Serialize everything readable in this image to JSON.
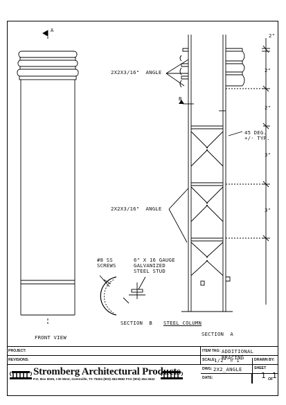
{
  "views": {
    "front_label": "FRONT VIEW",
    "section_a_label": "SECTION  A",
    "section_b_label": "SECTION  B",
    "section_cut_a": "A",
    "section_cut_b": "B"
  },
  "callouts": {
    "angle_top": "2X2X3/16\"  ANGLE",
    "angle_bottom": "2X2X3/16\"  ANGLE",
    "screws": "#8 SS\nSCREWS",
    "stud": "6\" X 16 GAUGE\nGALVANIZED\nSTEEL STUD",
    "steel_column": "STEEL COLUMN",
    "deg": "45 DEG.\n+/- TYP."
  },
  "dimensions": [
    "2\"",
    "2\"",
    "2\"",
    "3\"",
    "3\""
  ],
  "title_block": {
    "project_label": "PROJECT:",
    "project_value": "",
    "revisions_label": "REVISIONS:",
    "item_tag_label": "ITEM TAG:",
    "item_tag_value": "ADDITIONAL BRACING",
    "scale_label": "SCALE:",
    "scale_value": "1/2\" = 1'",
    "drawn_by_label": "DRAWN BY:",
    "dwg_label": "DWG:",
    "dwg_value": "2X2_ANGLE",
    "sheet_label": "SHEET",
    "sheet_value": "1",
    "of_label": "OF",
    "of_value": "1",
    "date_label": "DATE:",
    "company_name": "Stromberg Architectural Products",
    "company_address": "P.O. Box 8036, I-30 West, Greenville, TX 75404  (903) 454-8682  FAX (903) 454-3642"
  }
}
